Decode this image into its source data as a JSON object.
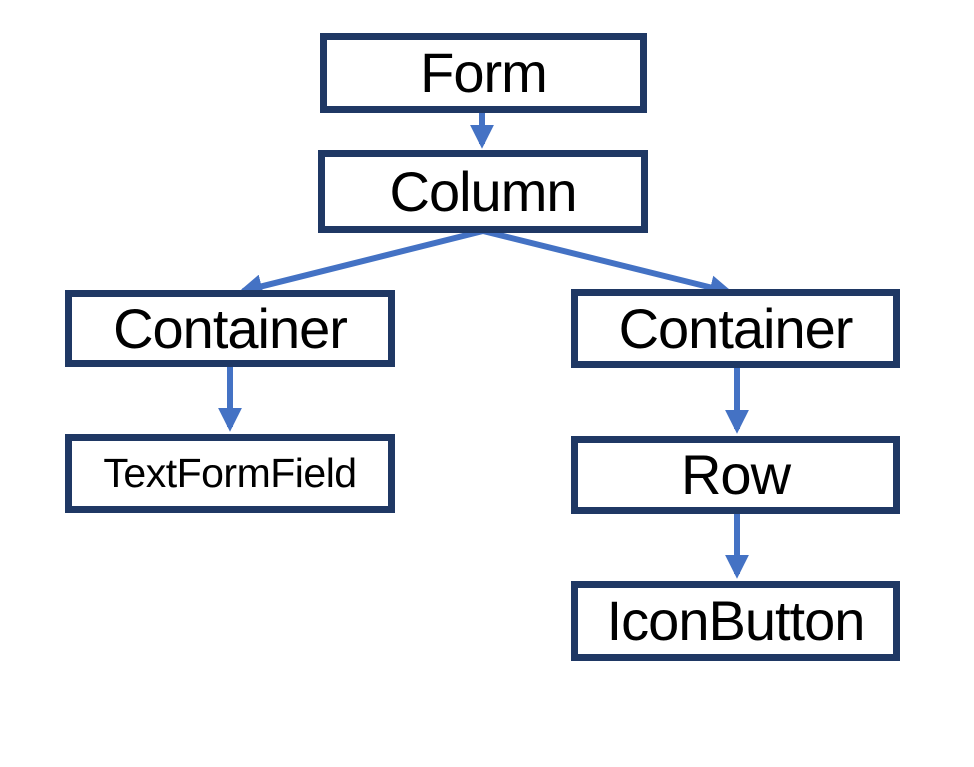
{
  "diagram": {
    "type": "tree",
    "nodes": [
      {
        "id": "form",
        "label": "Form"
      },
      {
        "id": "column",
        "label": "Column"
      },
      {
        "id": "container-left",
        "label": "Container"
      },
      {
        "id": "container-right",
        "label": "Container"
      },
      {
        "id": "textformfield",
        "label": "TextFormField"
      },
      {
        "id": "row",
        "label": "Row"
      },
      {
        "id": "iconbutton",
        "label": "IconButton"
      }
    ],
    "edges": [
      {
        "from": "form",
        "to": "column"
      },
      {
        "from": "column",
        "to": "container-left"
      },
      {
        "from": "column",
        "to": "container-right"
      },
      {
        "from": "container-left",
        "to": "textformfield"
      },
      {
        "from": "container-right",
        "to": "row"
      },
      {
        "from": "row",
        "to": "iconbutton"
      }
    ],
    "colors": {
      "background": "#ffffff",
      "box_fill": "#ffffff",
      "box_border": "#1f3864",
      "label_text": "#000000",
      "arrow": "#4472c4"
    }
  }
}
